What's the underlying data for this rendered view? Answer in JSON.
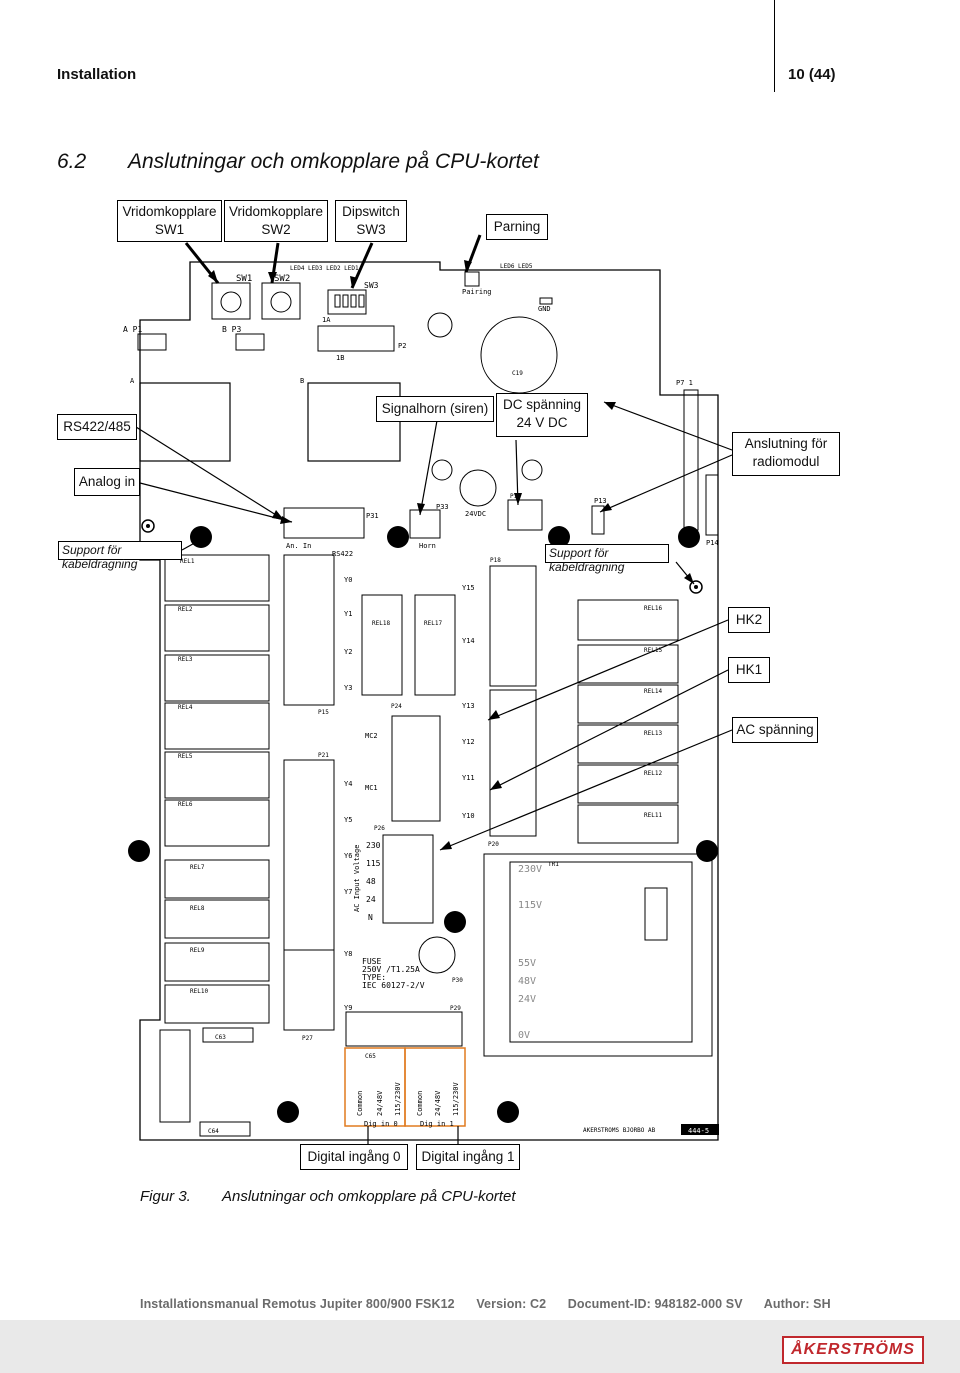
{
  "header": {
    "section": "Installation",
    "page": "10 (44)"
  },
  "section": {
    "number": "6.2",
    "title": "Anslutningar och omkopplare på CPU-kortet"
  },
  "callouts": {
    "sw1_l1": "Vridomkopplare",
    "sw1_l2": "SW1",
    "sw2_l1": "Vridomkopplare",
    "sw2_l2": "SW2",
    "sw3_l1": "Dipswitch",
    "sw3_l2": "SW3",
    "parning": "Parning",
    "rs422": "RS422/485",
    "analog": "Analog in",
    "siren": "Signalhorn (siren)",
    "dc_l1": "DC spänning",
    "dc_l2": "24 V DC",
    "radio_l1": "Anslutning för",
    "radio_l2": "radiomodul",
    "support_left": "Support för kabeldragning",
    "support_right": "Support för kabeldragning",
    "hk2": "HK2",
    "hk1": "HK1",
    "ac": "AC spänning",
    "dig0": "Digital ingång 0",
    "dig1": "Digital ingång 1"
  },
  "board": {
    "sw1": "SW1",
    "sw2": "SW2",
    "sw3": "SW3",
    "leds_top": "LED4  LED3  LED2  LED1",
    "leds_right": "LED6 LED5",
    "pairing": "Pairing",
    "gnd": "GND",
    "p1": "P1",
    "p2": "P2",
    "p3": "P3",
    "a": "A",
    "b": "B",
    "one_a": "1A",
    "one_b": "1B",
    "one": "1",
    "c19": "C19",
    "p7": "P7",
    "p14": "P14",
    "p13": "P13",
    "p17": "P17",
    "p31": "P31",
    "p33": "P33",
    "vdc": "24VDC",
    "anin": "An. In",
    "rs422": "RS422",
    "horn": "Horn",
    "p18": "P18",
    "p15": "P15",
    "p21": "P21",
    "p24": "P24",
    "p26": "P26",
    "p27": "P27",
    "p20": "P20",
    "p30": "P30",
    "p29": "P29",
    "y_left": [
      "Y0",
      "Y1",
      "Y2",
      "Y3",
      "Y4",
      "Y5",
      "Y6",
      "Y7",
      "Y8",
      "Y9"
    ],
    "y_right": [
      "Y15",
      "Y14",
      "Y13",
      "Y12",
      "Y11",
      "Y10"
    ],
    "rel_left": [
      "REL1",
      "REL2",
      "REL3",
      "REL4",
      "REL5",
      "REL6",
      "REL7",
      "REL8",
      "REL9",
      "REL10"
    ],
    "rel_right": [
      "REL16",
      "REL15",
      "REL14",
      "REL13",
      "REL12",
      "REL11"
    ],
    "rel_mid": [
      "REL18",
      "REL17"
    ],
    "mc2": "MC2",
    "mc1": "MC1",
    "volts": [
      "230",
      "115",
      "48",
      "24",
      "N"
    ],
    "ac_input": "AC Input Voltage",
    "fuse_l1": "FUSE",
    "fuse_l2": "250V /T1.25A",
    "fuse_l3": "TYPE:",
    "fuse_l4": "IEC 60127-2/V",
    "tr_volts": [
      "230V",
      "115V",
      "55V",
      "48V",
      "24V",
      "0V"
    ],
    "tr1": "TR1",
    "c63": "C63",
    "c64": "C64",
    "c65": "C65",
    "dig_labels": [
      "Common",
      "24/48V",
      "115/230V",
      "Common",
      "24/48V",
      "115/230V"
    ],
    "dig_in0": "Dig in 0",
    "dig_in1": "Dig in 1",
    "maker": "AKERSTROMS BJORBO AB",
    "part": "444-5"
  },
  "figure": {
    "label": "Figur 3.",
    "caption": "Anslutningar och omkopplare på CPU-kortet"
  },
  "footer": {
    "manual": "Installationsmanual Remotus Jupiter 800/900 FSK12",
    "version": "Version: C2",
    "doc_id": "Document-ID: 948182-000 SV",
    "author": "Author: SH"
  },
  "logo": "ÅKERSTRÖMS",
  "colors": {
    "accent": "#c0282d",
    "footer_grey": "#6b6b6b",
    "ring_orange": "#e07a1f"
  }
}
